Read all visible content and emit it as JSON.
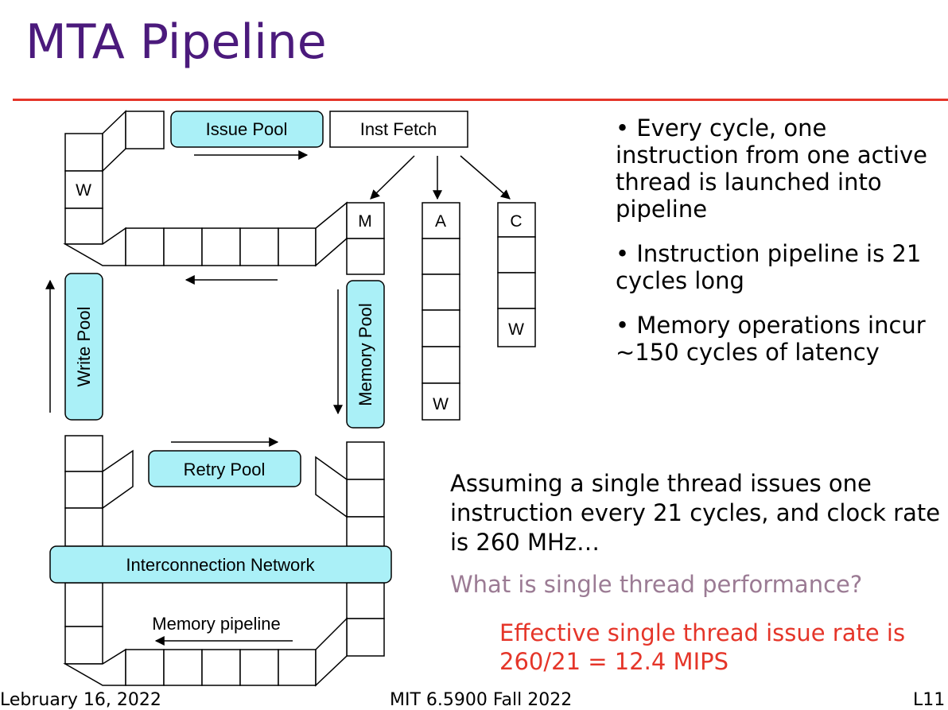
{
  "slide": {
    "title": "MTA Pipeline",
    "footer": {
      "left": "Lebruary 16, 2022",
      "center": "MIT 6.5900 Fall 2022",
      "right": "L11"
    }
  },
  "diagram": {
    "boxes": {
      "issue_pool": "Issue Pool",
      "inst_fetch": "Inst Fetch",
      "write_pool": "Write Pool",
      "memory_pool": "Memory Pool",
      "retry_pool": "Retry Pool",
      "interconnect": "Interconnection Network"
    },
    "labels": {
      "memory_pipeline": "Memory pipeline",
      "m_stage": "M",
      "a_stage": "A",
      "c_stage": "C",
      "write_stage": "W"
    },
    "colors": {
      "pool_fill": "#aaf0f7",
      "title": "#4b1a7c",
      "rule": "#e53529",
      "question": "#9b7b94",
      "answer": "#e53529"
    }
  },
  "bullets": [
    "Every cycle, one instruction from one active thread is launched into pipeline",
    "Instruction pipeline is 21 cycles long",
    "Memory operations incur ~150 cycles of latency"
  ],
  "assumption": "Assuming a single thread issues one instruction every 21 cycles, and clock rate is 260 MHz…",
  "question": "What is single thread performance?",
  "answer": "Effective single thread issue rate is 260/21 = 12.4 MIPS"
}
